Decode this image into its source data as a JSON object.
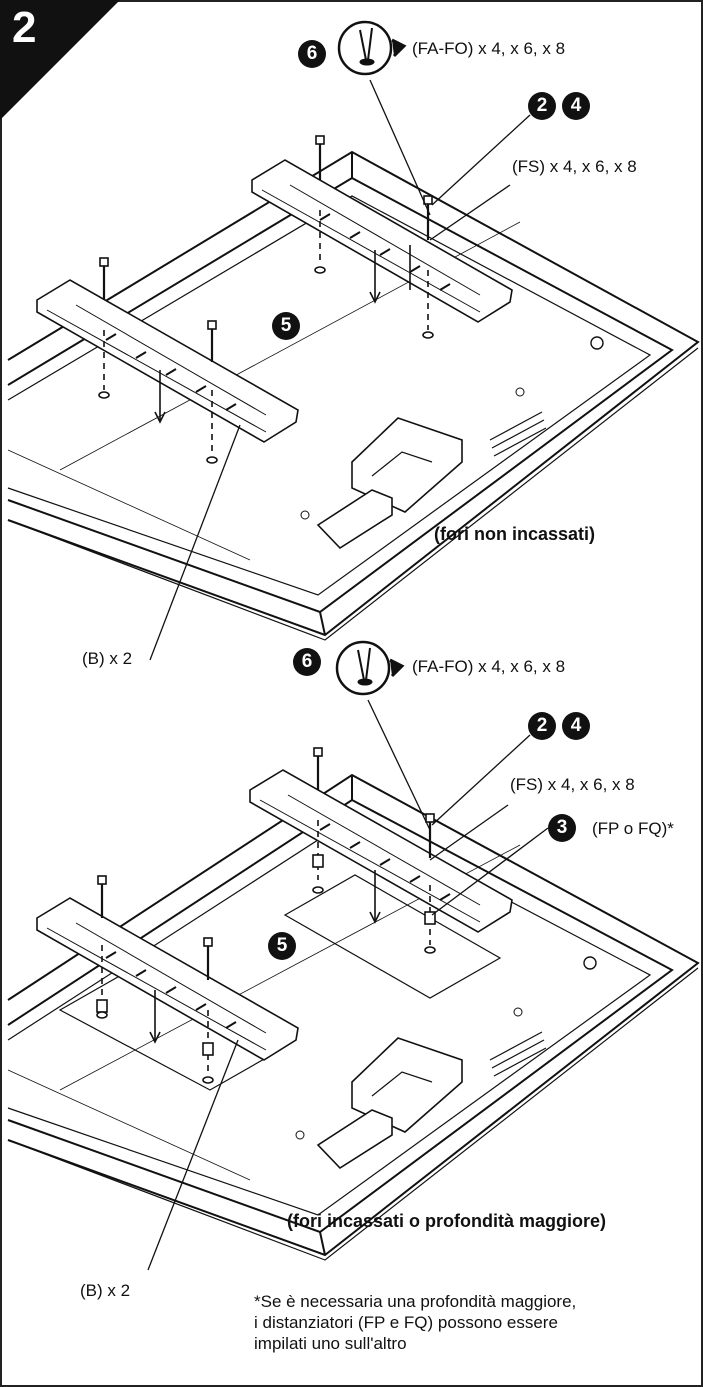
{
  "step_number": "2",
  "top_panel": {
    "badge_6": "6",
    "screw_label": "(FA-FO) x 4, x 6, x 8",
    "badge_2": "2",
    "badge_4": "4",
    "washer_label": "(FS) x 4, x 6, x 8",
    "badge_5": "5",
    "caption": "(fori non incassati)"
  },
  "middle_label": "(B) x 2",
  "bottom_panel": {
    "badge_6": "6",
    "screw_label": "(FA-FO) x 4, x 6, x 8",
    "badge_2": "2",
    "badge_4": "4",
    "washer_label": "(FS) x 4, x 6, x 8",
    "badge_3": "3",
    "spacer_label": "(FP o FQ)*",
    "badge_5": "5",
    "caption": "(fori incassati o profondità maggiore)"
  },
  "bottom_label": "(B) x 2",
  "footnote": {
    "line1": "*Se è necessaria una profondità maggiore,",
    "line2": "i distanziatori (FP e FQ) possono essere",
    "line3": "impilati uno sull'altro"
  }
}
